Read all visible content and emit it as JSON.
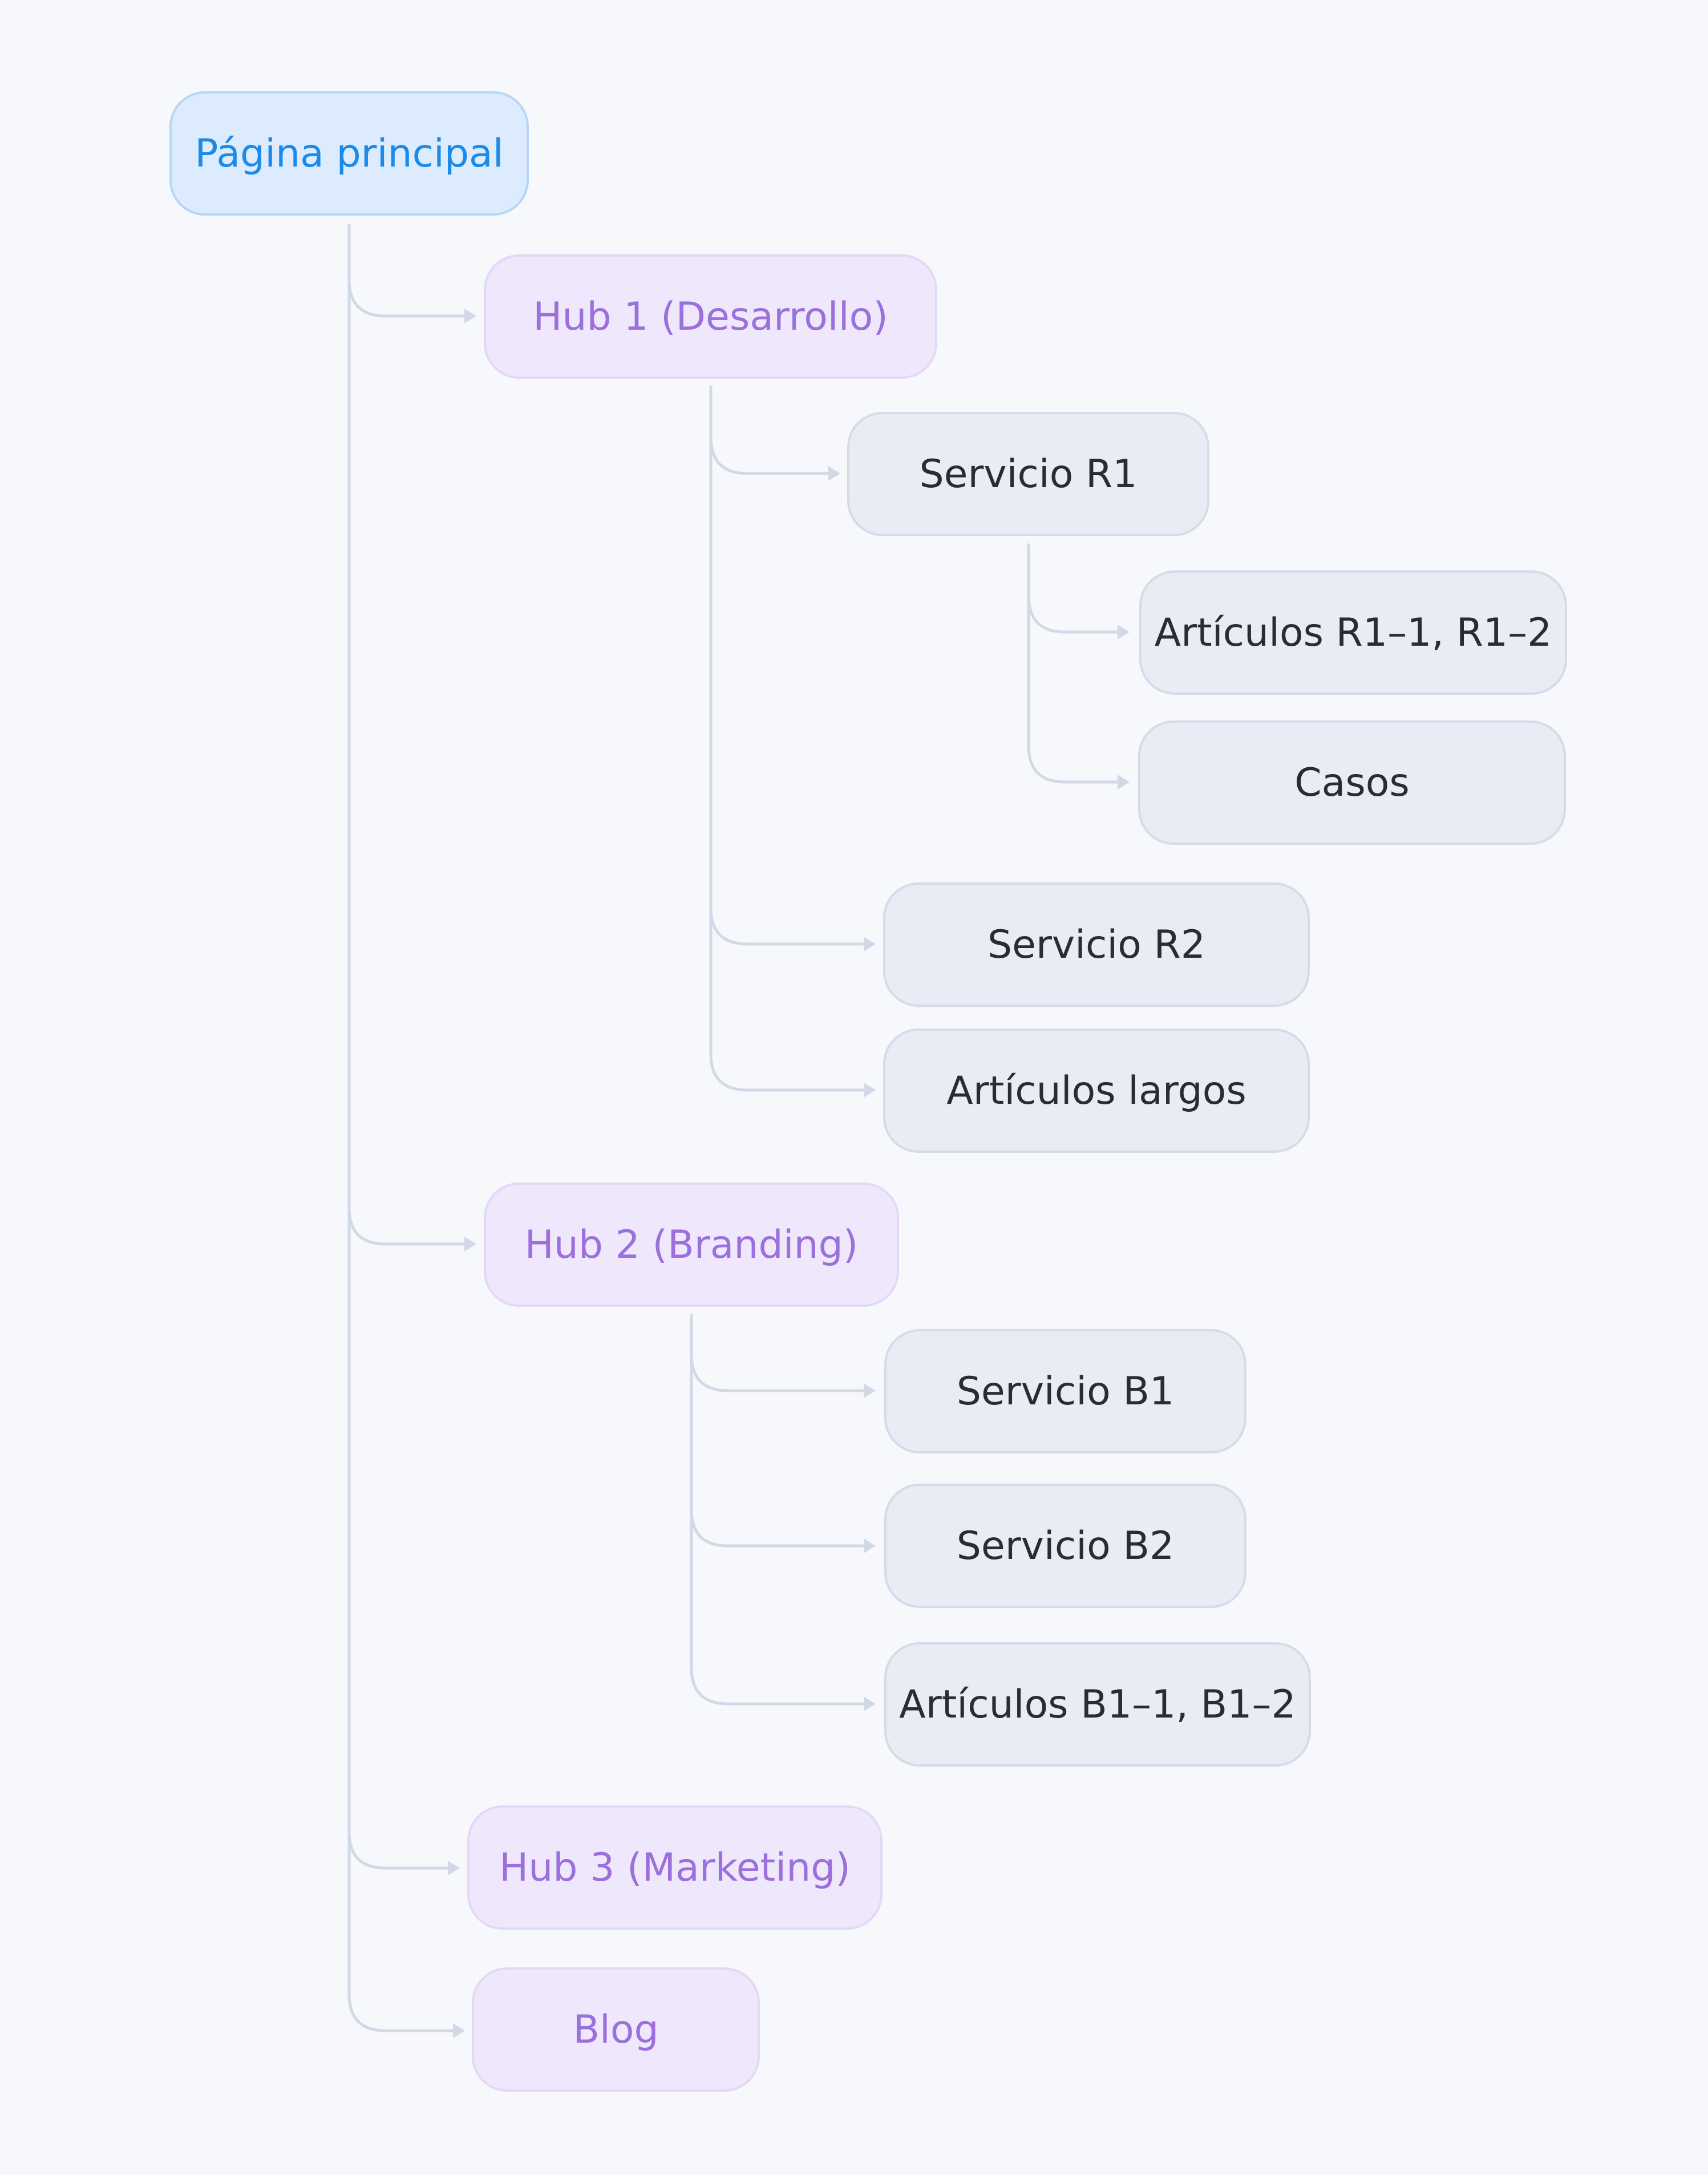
{
  "colors": {
    "background": "#f7f8fc",
    "root_fill": "#dcebfd",
    "root_text": "#1b8ae8",
    "hub_fill": "#efe7fb",
    "hub_text": "#9b6fdc",
    "item_fill": "#e9ecf4",
    "item_text": "#2a2b33",
    "connector": "#d1d9e6"
  },
  "tree": {
    "root": "Página principal",
    "hub1": {
      "label": "Hub 1 (Desarrollo)",
      "servicio_r1": {
        "label": "Servicio R1",
        "articulos": "Artículos R1–1, R1–2",
        "casos": "Casos"
      },
      "servicio_r2": "Servicio R2",
      "articulos_largos": "Artículos largos"
    },
    "hub2": {
      "label": "Hub 2 (Branding)",
      "servicio_b1": "Servicio B1",
      "servicio_b2": "Servicio B2",
      "articulos": "Artículos B1–1, B1–2"
    },
    "hub3": {
      "label": "Hub 3 (Marketing)"
    },
    "blog": {
      "label": "Blog"
    }
  }
}
